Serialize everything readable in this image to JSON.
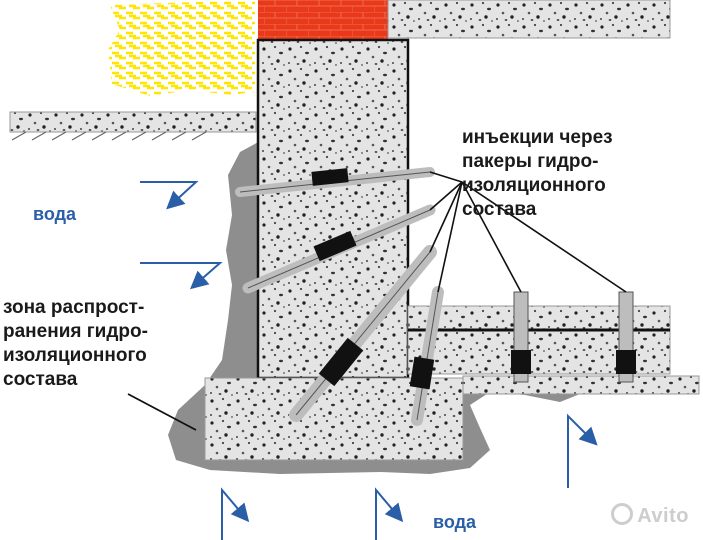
{
  "labels": {
    "injection": [
      "инъекции через",
      "пакеры гидро-",
      "изоляционного",
      "состава"
    ],
    "zone": [
      "зона распрост-",
      "ранения гидро-",
      "изоляционного",
      "состава"
    ],
    "water_left": "вода",
    "water_bottom": "вода"
  },
  "watermark": "Avito",
  "colors": {
    "grout": "#8e8e8e",
    "concrete": "#e2e2e2",
    "brick": "#e8391a",
    "sand": "#ffe600",
    "water_arrow": "#2a5fa8",
    "packer_sleeve": "#111111"
  },
  "icons": [
    "water-arrow-icon",
    "avito-logo-icon"
  ]
}
